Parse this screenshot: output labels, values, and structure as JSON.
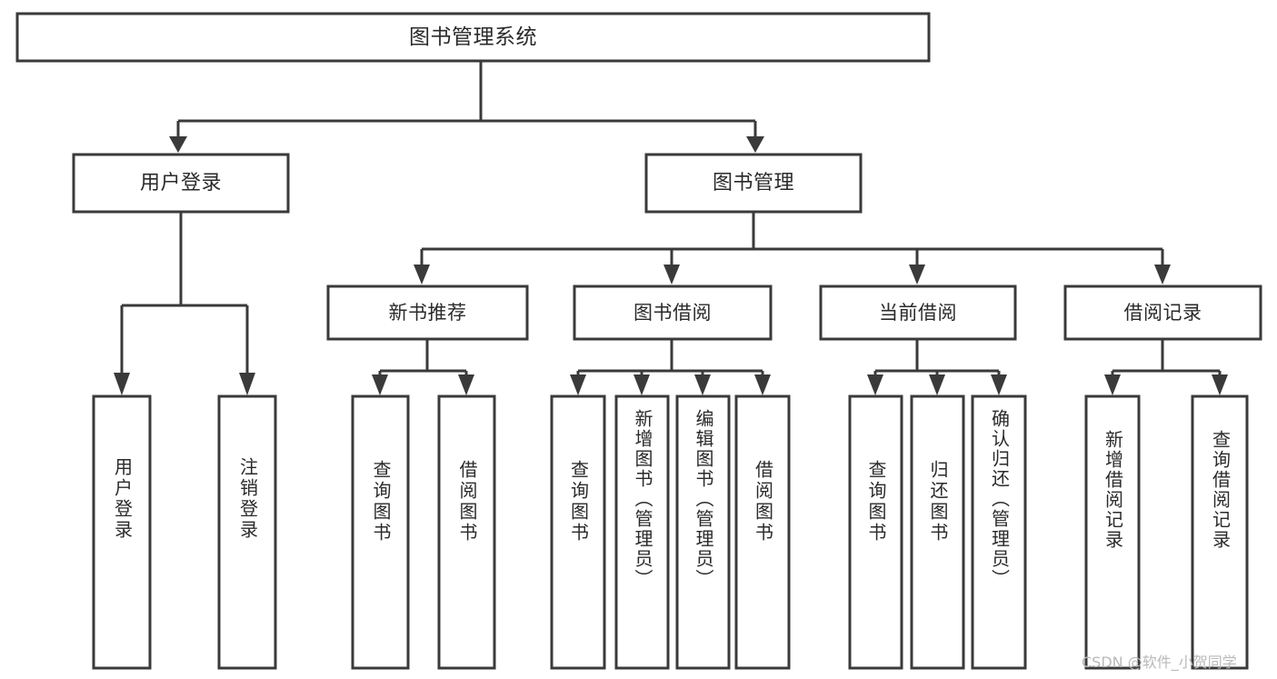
{
  "diagram": {
    "title": "图书管理系统",
    "type": "hierarchy-tree",
    "watermark": "CSDN @软件_小贺同学",
    "colors": {
      "stroke": "#3a3a3a",
      "fill": "#ffffff",
      "text": "#2a2a2a",
      "watermark": "#b9b9b9"
    },
    "levels": {
      "root": {
        "label": "图书管理系统"
      },
      "level2": [
        {
          "label": "用户登录"
        },
        {
          "label": "图书管理"
        }
      ],
      "level3": [
        {
          "label": "新书推荐"
        },
        {
          "label": "图书借阅"
        },
        {
          "label": "当前借阅"
        },
        {
          "label": "借阅记录"
        }
      ],
      "leaves": {
        "user_login": [
          {
            "label": "用户登录"
          },
          {
            "label": "注销登录"
          }
        ],
        "new_book_recommend": [
          {
            "label": "查询图书"
          },
          {
            "label": "借阅图书"
          }
        ],
        "book_borrow": [
          {
            "label": "查询图书"
          },
          {
            "label": "新增图书（管理员）"
          },
          {
            "label": "编辑图书（管理员）"
          },
          {
            "label": "借阅图书"
          }
        ],
        "current_borrow": [
          {
            "label": "查询图书"
          },
          {
            "label": "归还图书"
          },
          {
            "label": "确认归还（管理员）"
          }
        ],
        "borrow_record": [
          {
            "label": "新增借阅记录"
          },
          {
            "label": "查询借阅记录"
          }
        ]
      }
    }
  }
}
